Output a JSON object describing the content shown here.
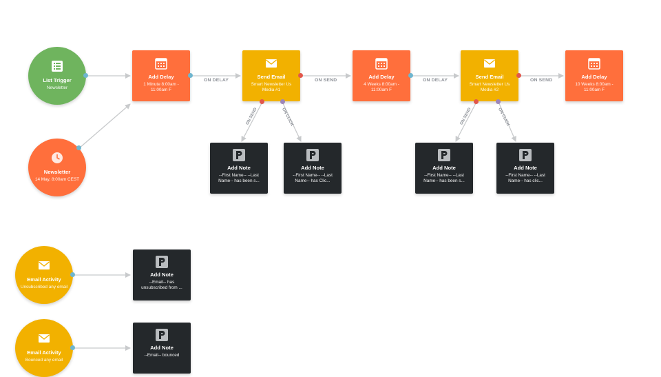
{
  "colors": {
    "delay": "#ff6f3c",
    "email": "#f2b100",
    "trigger": "#6fb45e",
    "note": "#24282b",
    "connector": "#c8cacc",
    "label": "#8c9097"
  },
  "nodes": {
    "list_trigger": {
      "title": "List Trigger",
      "sub": "Newsletter",
      "icon": "list-icon"
    },
    "newsletter_trigger": {
      "title": "Newsletter",
      "sub": "14 May, 8:00am CEST",
      "icon": "clock-icon"
    },
    "delay1": {
      "title": "Add Delay",
      "sub": "1 Minute 8:00am - 11:00am F",
      "icon": "calendar-icon"
    },
    "email1": {
      "title": "Send Email",
      "sub": "Smart Newsletter Us Media #1",
      "icon": "envelope-icon"
    },
    "delay2": {
      "title": "Add Delay",
      "sub": "4 Weeks 8:00am - 11:00am F",
      "icon": "calendar-icon"
    },
    "email2": {
      "title": "Send Email",
      "sub": "Smart Newsletter Us Media #2",
      "icon": "envelope-icon"
    },
    "delay3": {
      "title": "Add Delay",
      "sub": "10 Weeks 8:00am - 11:00am F",
      "icon": "calendar-icon"
    },
    "note1": {
      "title": "Add Note",
      "sub": "--First Name-- --Last Name-- has been s...",
      "icon": "note-icon"
    },
    "note2": {
      "title": "Add Note",
      "sub": "--First Name-- --Last Name-- has Clic...",
      "icon": "note-icon"
    },
    "note3": {
      "title": "Add Note",
      "sub": "--First Name-- --Last Name-- has been s...",
      "icon": "note-icon"
    },
    "note4": {
      "title": "Add Note",
      "sub": "--First Name-- --Last Name-- has clic...",
      "icon": "note-icon"
    },
    "email_activity1": {
      "title": "Email Activity",
      "sub": "Unsubscribed any email",
      "icon": "envelope-icon"
    },
    "note5": {
      "title": "Add Note",
      "sub": "--Email-- has unsubscribed from ...",
      "icon": "note-icon"
    },
    "email_activity2": {
      "title": "Email Activity",
      "sub": "Bounced any email",
      "icon": "envelope-icon"
    },
    "note6": {
      "title": "Add Note",
      "sub": "--Email-- bounced",
      "icon": "note-icon"
    }
  },
  "edge_labels": {
    "on_delay": "ON DELAY",
    "on_send": "ON SEND",
    "on_click": "ON CLICK"
  }
}
